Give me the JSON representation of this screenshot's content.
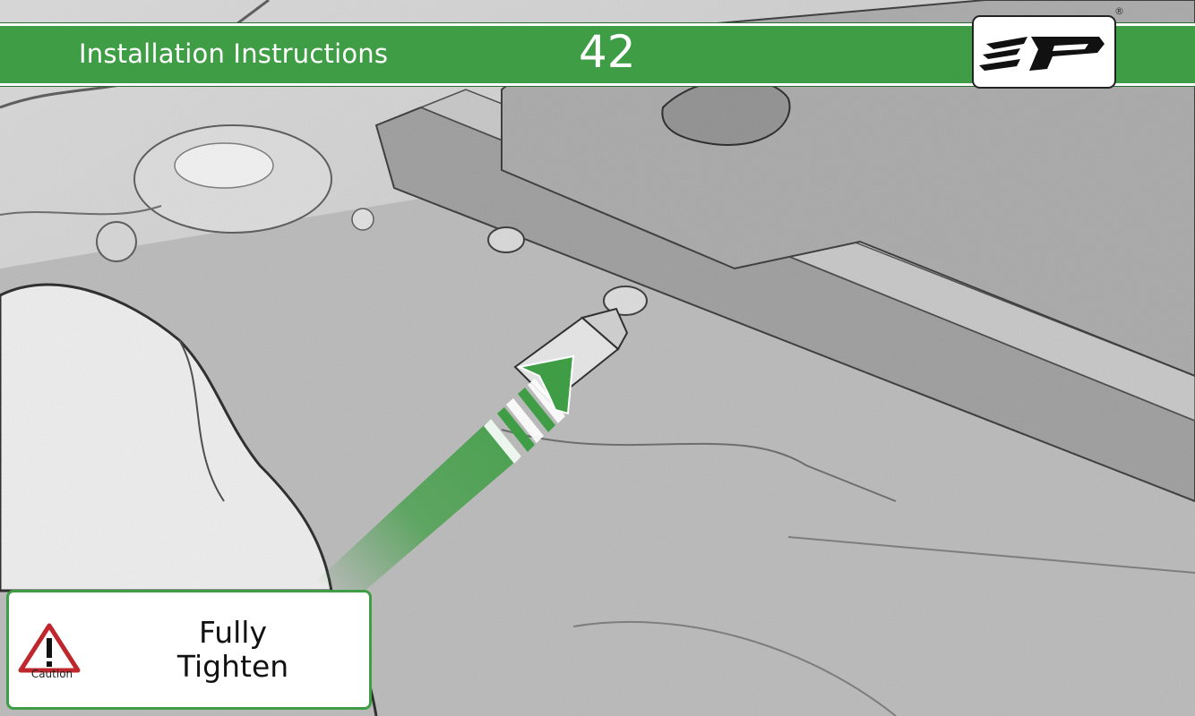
{
  "header": {
    "title": "Installation Instructions",
    "page_number": "42"
  },
  "logo": {
    "text": "EP",
    "registered_mark": "®"
  },
  "caution": {
    "label": "Caution",
    "line1": "Fully",
    "line2": "Tighten"
  },
  "colors": {
    "accent_green": "#3f9e45",
    "warning_red": "#c0272d"
  },
  "icons": [
    "warning-triangle-icon",
    "arrow-icon"
  ]
}
